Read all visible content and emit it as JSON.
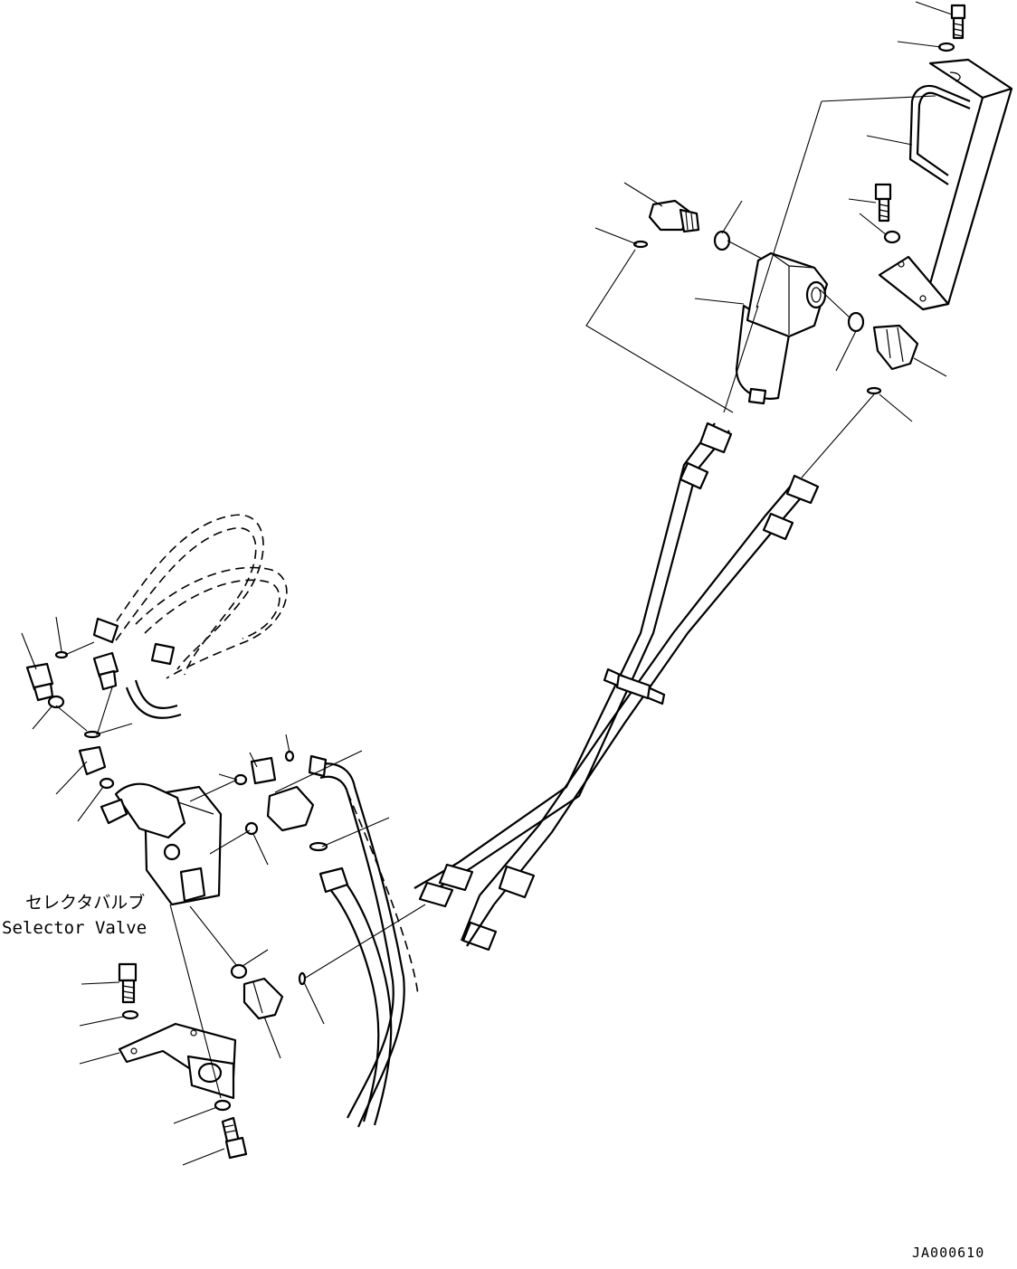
{
  "labels": {
    "selector_valve_jp": "セレクタバルブ",
    "selector_valve_en": "Selector Valve"
  },
  "drawing_id": "JA000610"
}
